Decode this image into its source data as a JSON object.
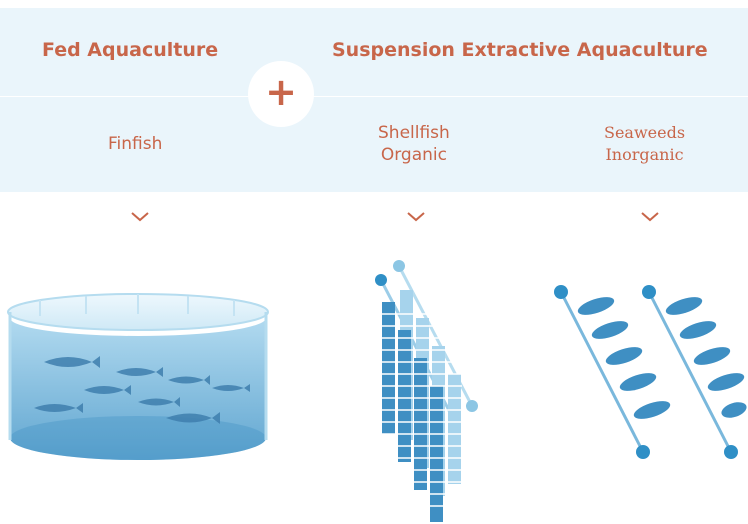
{
  "left": {
    "title": "Fed Aquaculture",
    "item": "Finfish"
  },
  "plus": "+",
  "right": {
    "title": "Suspension Extractive Aquaculture",
    "shellfish": {
      "line1": "Shellfish",
      "line2": "Organic"
    },
    "seaweeds": {
      "line1": "Seaweeds",
      "line2": "Inorganic"
    }
  },
  "colors": {
    "accent": "#c8664a",
    "band": "#eaf5fb",
    "water": "#6ab0d8",
    "rope": "#8ec9e6",
    "ball": "#2f8fc6"
  },
  "icons": [
    "chevron-down-icon",
    "fish-tank-icon",
    "shellfish-rope-icon",
    "seaweed-rope-icon"
  ]
}
